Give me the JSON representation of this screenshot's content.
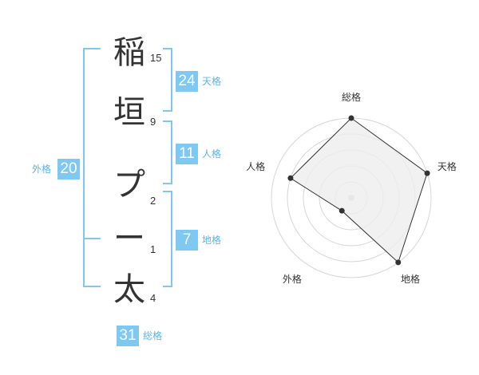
{
  "name": {
    "chars": [
      "稲",
      "垣",
      "プ",
      "ー",
      "太"
    ],
    "strokes": [
      "15",
      "9",
      "2",
      "1",
      "4"
    ]
  },
  "kaku": {
    "tenkaku": {
      "value": "24",
      "label": "天格"
    },
    "jinkaku": {
      "value": "11",
      "label": "人格"
    },
    "chikaku": {
      "value": "7",
      "label": "地格"
    },
    "gaikaku": {
      "value": "20",
      "label": "外格"
    },
    "soukaku": {
      "value": "31",
      "label": "総格"
    }
  },
  "chart_data": {
    "type": "radar",
    "axes": [
      "総格",
      "天格",
      "地格",
      "外格",
      "人格"
    ],
    "values": [
      1.0,
      1.0,
      1.0,
      0.2,
      0.8
    ],
    "max": 1.0,
    "rings": 5,
    "colors": {
      "fill": "#eeeeee",
      "line": "#333333",
      "ring": "#d6d6d6",
      "center": "#cccccc"
    }
  },
  "colors": {
    "accent": "#7fc8f1",
    "accent_text": "#5ab4e8"
  }
}
